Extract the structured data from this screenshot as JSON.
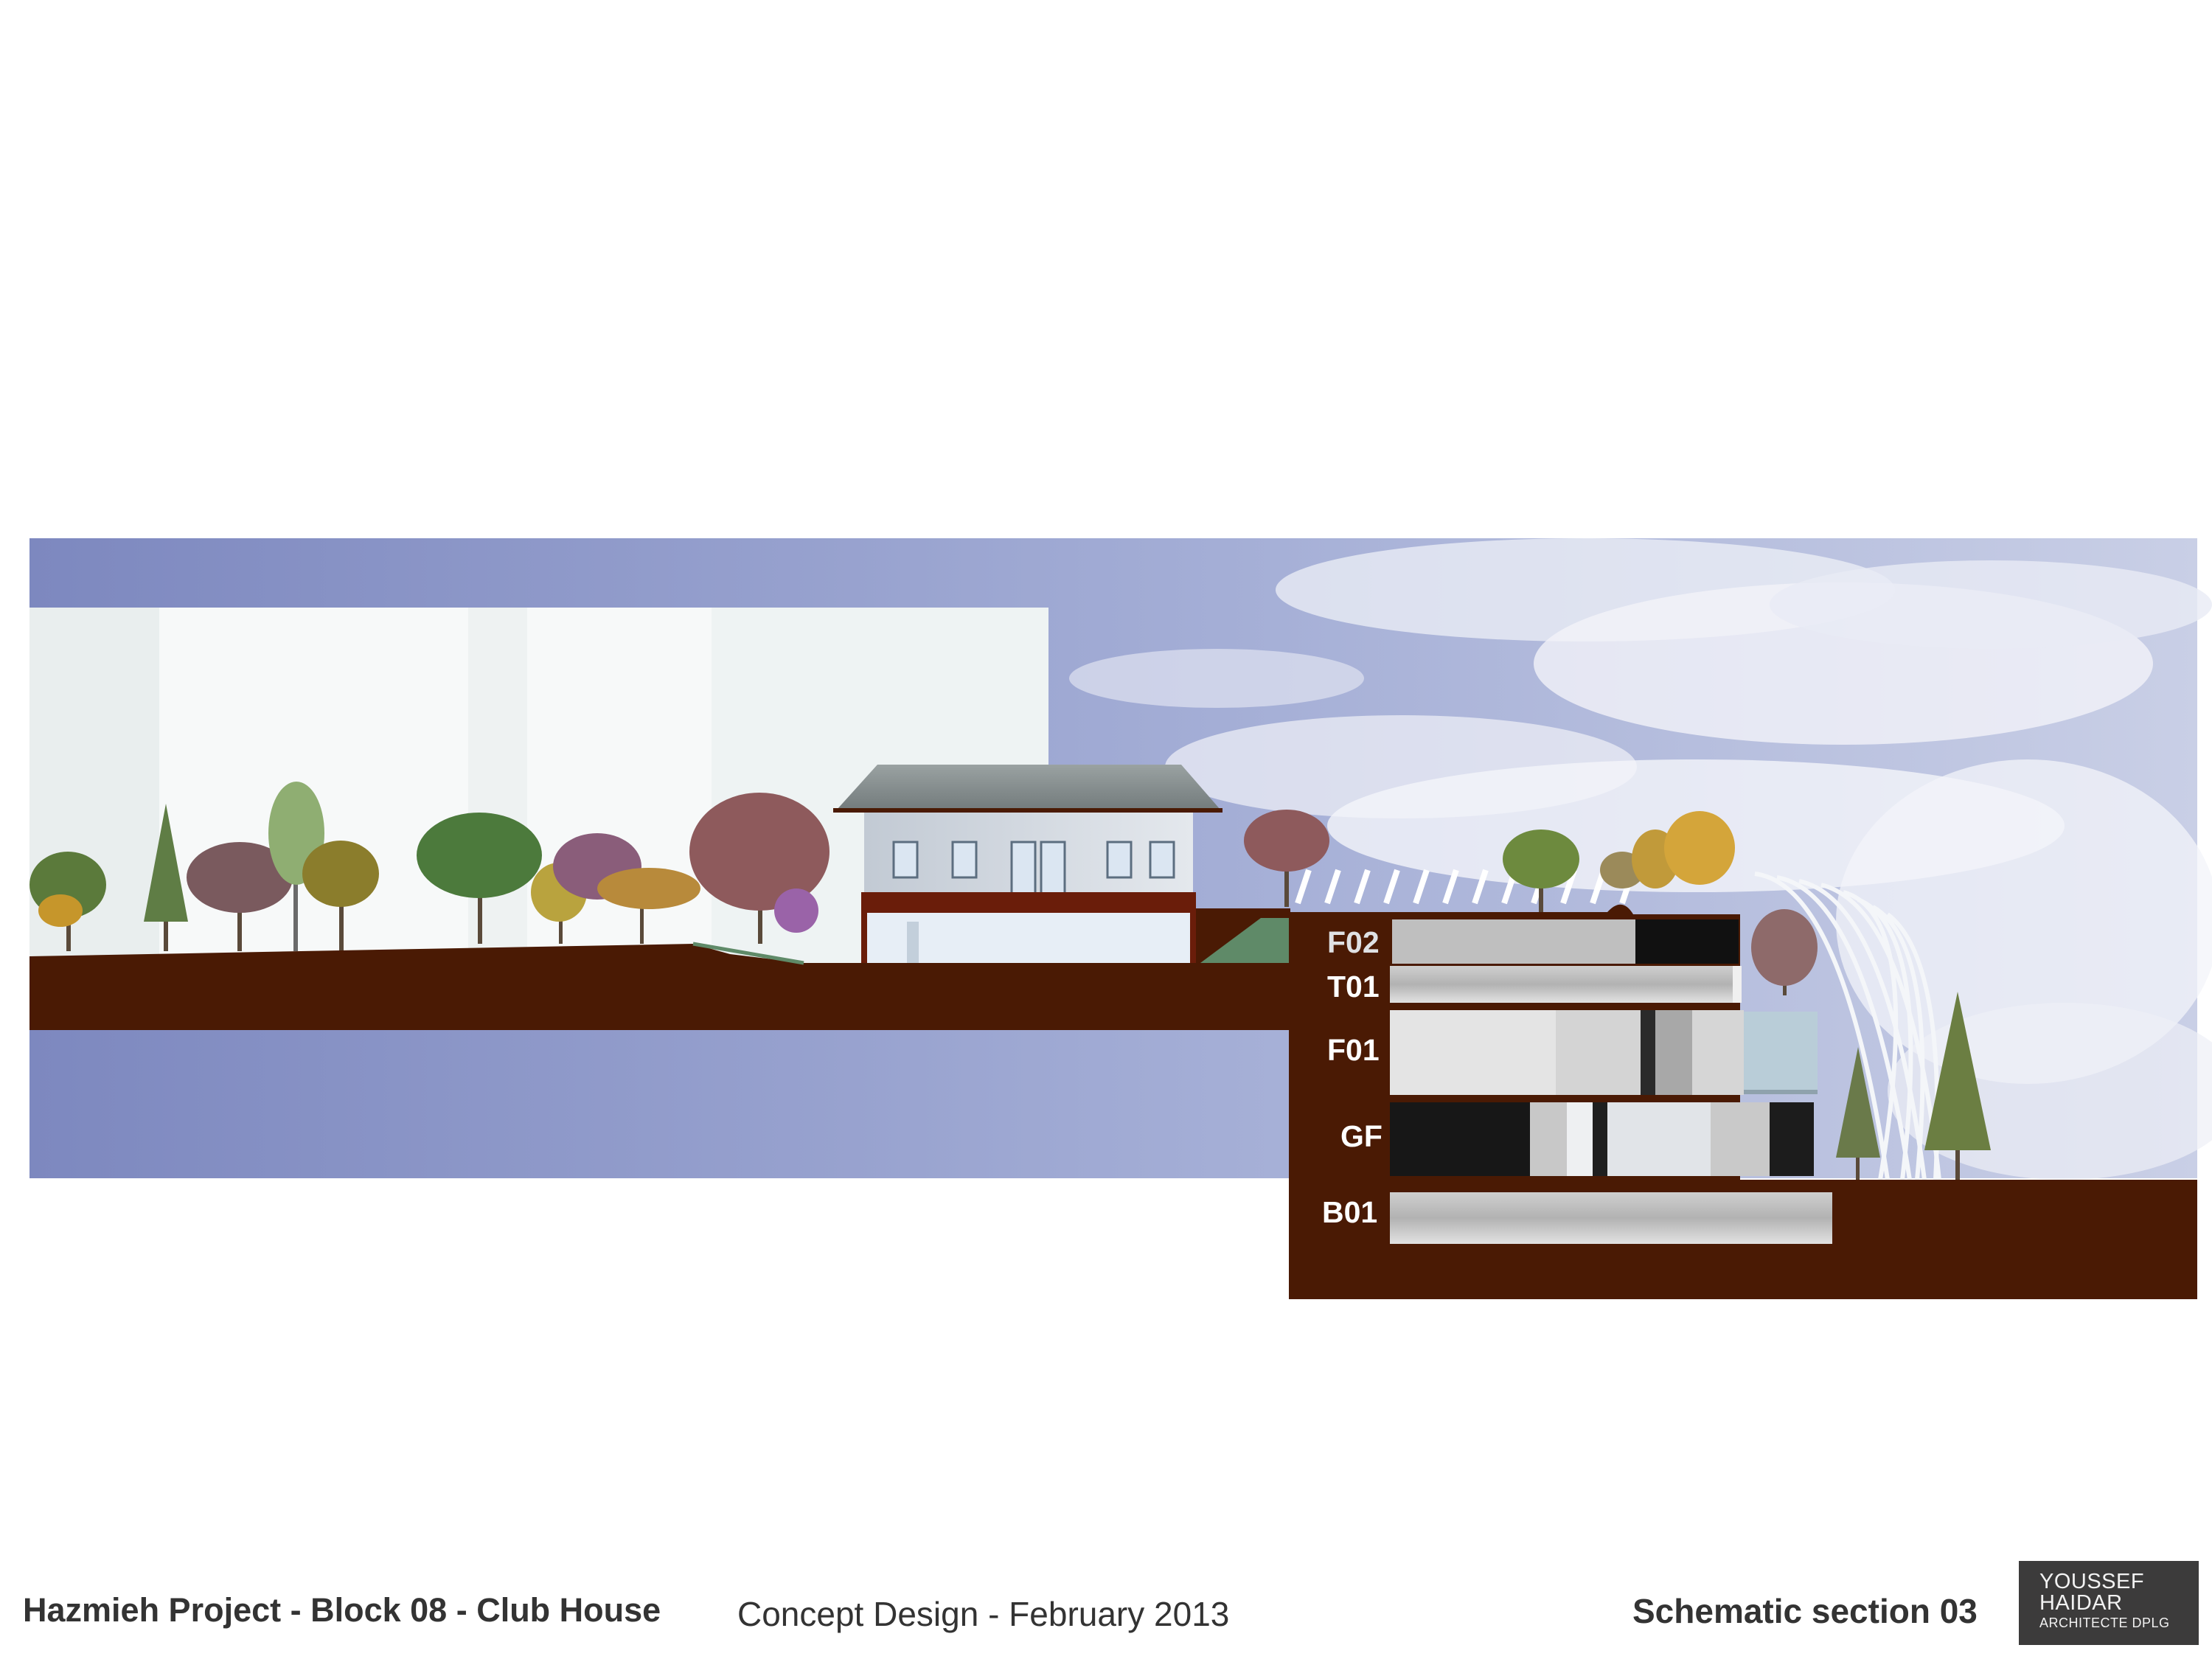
{
  "sheet": {
    "project_title": "Hazmieh Project - Block 08 - Club House",
    "phase": "Concept Design - February 2013",
    "sheet_title": "Schematic section 03"
  },
  "logo": {
    "line1": "YOUSSEF",
    "line2": "HAIDAR",
    "line3": "ARCHITECTE DPLG"
  },
  "levels": {
    "f02": "F02",
    "t01": "T01",
    "f01": "F01",
    "gf": "GF",
    "b01": "B01"
  },
  "colors": {
    "ground": "#4a1a04",
    "sky": "#8a96c8",
    "logo_bg": "#3c3b3b"
  }
}
